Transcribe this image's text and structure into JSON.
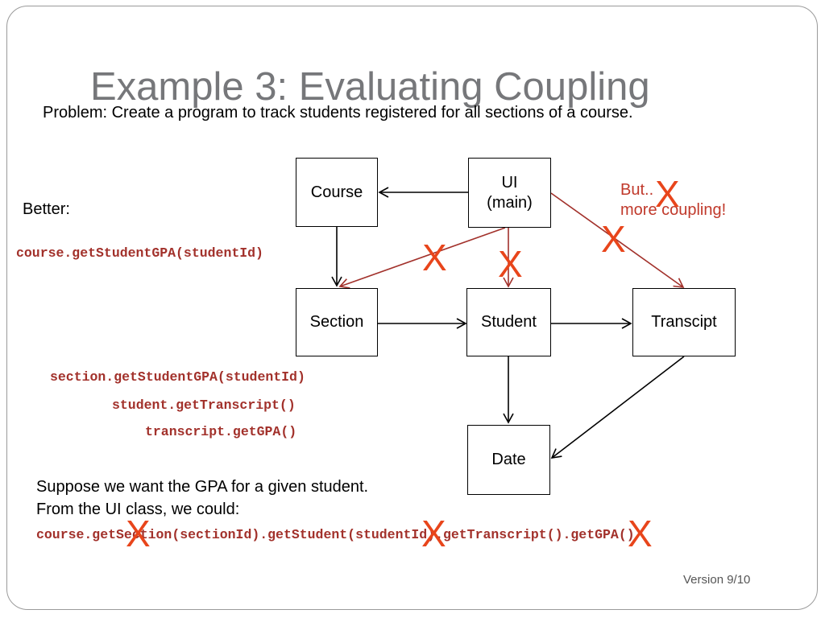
{
  "title": "Example 3: Evaluating Coupling",
  "problem": "Problem: Create a program to track students registered for all sections of a course.",
  "better_label": "Better:",
  "nodes": {
    "course": "Course",
    "ui_line1": "UI",
    "ui_line2": "(main)",
    "section": "Section",
    "student": "Student",
    "transcript": "Transcipt",
    "date": "Date"
  },
  "remark": {
    "line1": "But..",
    "line2": "more coupling!"
  },
  "code": {
    "course_call": "course.getStudentGPA(studentId)",
    "section_call": "section.getStudentGPA(studentId)",
    "student_call": "student.getTranscript()",
    "transcript_call": "transcript.getGPA()"
  },
  "suppose": {
    "line1": "Suppose we want the GPA for a given student.",
    "line2": "From the UI class, we could:",
    "chain": "course.getSection(sectionId).getStudent(studentId).getTranscript().getGPA()"
  },
  "cross_symbol": "X",
  "footer": "Version 9/10",
  "colors": {
    "accent": "#a2312b",
    "cross": "#e8451b",
    "title": "#76777a"
  }
}
